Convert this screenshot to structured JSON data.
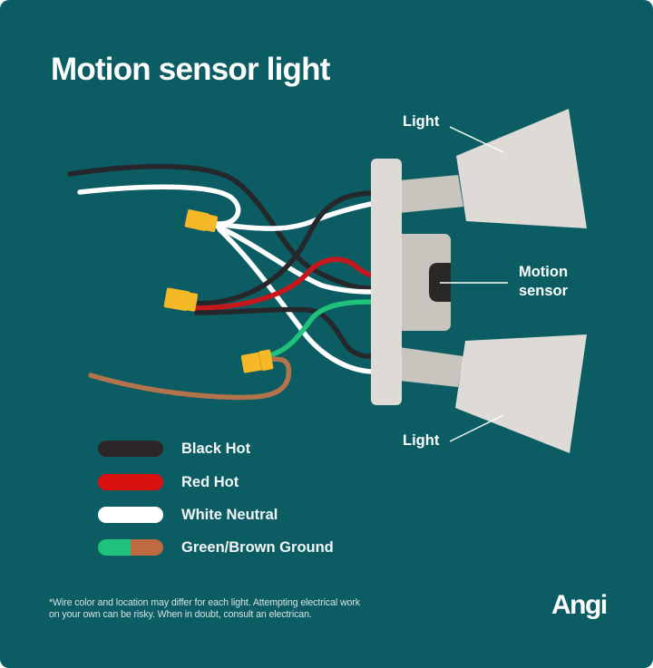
{
  "title": "Motion sensor light",
  "colors": {
    "background": "#0b5c63",
    "black_wire": "#25272a",
    "red_wire": "#c8161d",
    "white_wire": "#ffffff",
    "green_wire": "#1fc27a",
    "brown_wire": "#b4744b",
    "wire_nut": "#f5b928",
    "fixture": "#dedbd6",
    "fixture_shade": "#c8c5bf",
    "sensor_lens": "#2a2727"
  },
  "labels": {
    "light_top": "Light",
    "light_bottom": "Light",
    "motion_sensor_line1": "Motion",
    "motion_sensor_line2": "sensor"
  },
  "legend": [
    {
      "label": "Black Hot",
      "colors": [
        "#2b2627"
      ]
    },
    {
      "label": "Red Hot",
      "colors": [
        "#d9120e"
      ]
    },
    {
      "label": "White Neutral",
      "colors": [
        "#ffffff"
      ]
    },
    {
      "label": "Green/Brown Ground",
      "colors": [
        "#1fc27a",
        "#bf6a42"
      ]
    }
  ],
  "footer": {
    "disclaimer_line1": "*Wire color and location may differ for each light. Attempting electrical work",
    "disclaimer_line2": "on your own can be risky. When in doubt, consult an electrican.",
    "logo": "Angi"
  }
}
